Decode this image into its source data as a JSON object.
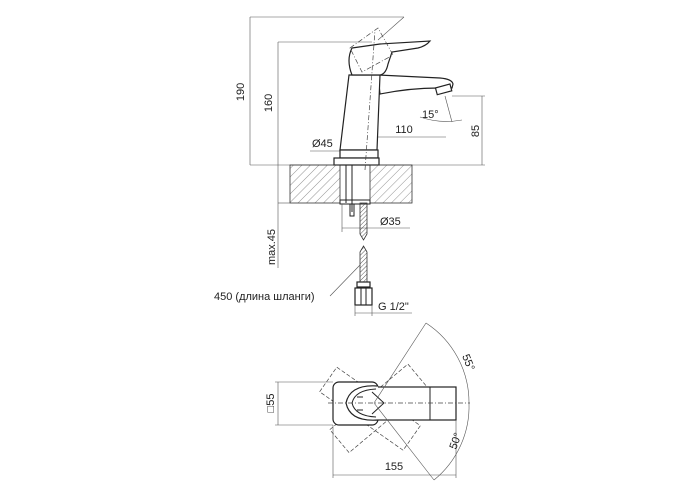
{
  "side_view": {
    "height_total": "190",
    "height_spout_top": "160",
    "spout_height": "85",
    "spout_reach": "110",
    "aerator_angle": "15°",
    "base_diameter": "Ø45",
    "hole_diameter": "Ø35",
    "max_counter_thickness": "max.45",
    "hose_length": "450 (длина шланги)",
    "thread": "G 1/2\""
  },
  "top_view": {
    "base_square": "□55",
    "length": "155",
    "angle_left": "55°",
    "angle_right": "50°"
  }
}
